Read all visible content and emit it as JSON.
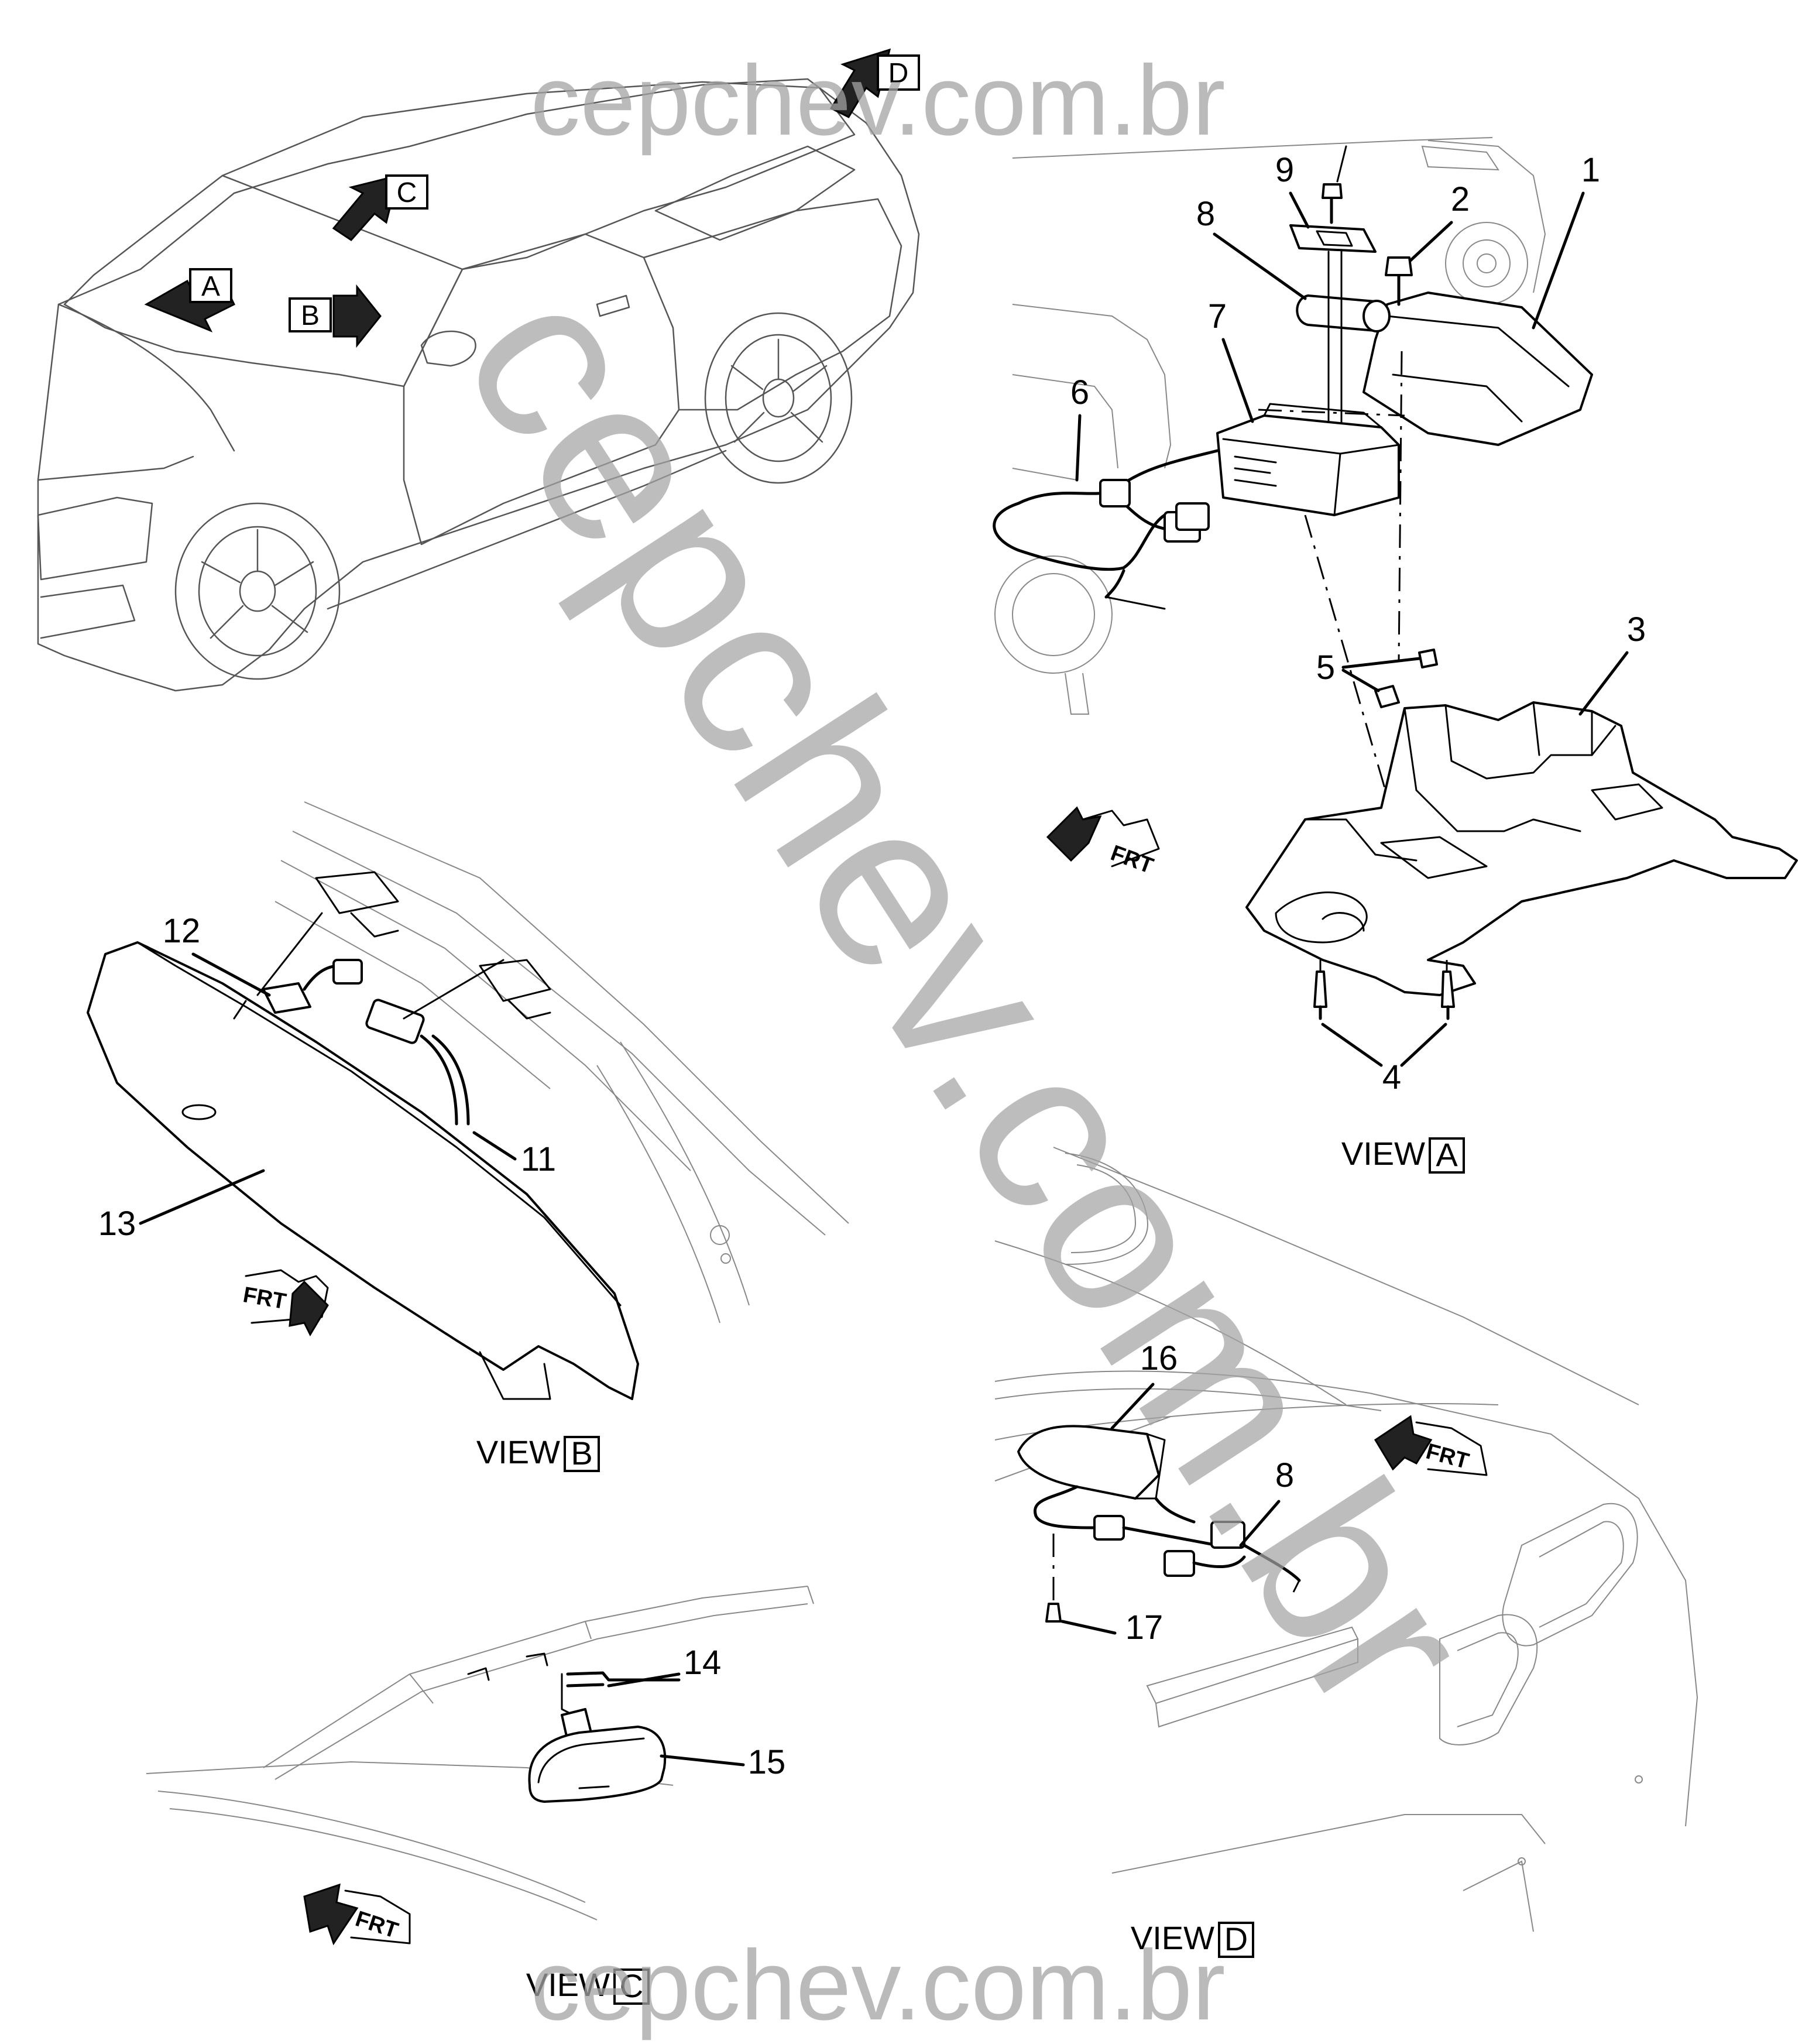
{
  "watermark": {
    "top": "cepchev.com.br",
    "diagonal": "cepchev.com.br",
    "bottom": "cepchev.com.br"
  },
  "view_arrows": [
    "A",
    "B",
    "C",
    "D"
  ],
  "views": {
    "a": {
      "word": "VIEW",
      "letter": "A"
    },
    "b": {
      "word": "VIEW",
      "letter": "B"
    },
    "c": {
      "word": "VIEW",
      "letter": "C"
    },
    "d": {
      "word": "VIEW",
      "letter": "D"
    }
  },
  "front_label": "FRT",
  "callouts": {
    "c1": "1",
    "c2": "2",
    "c3": "3",
    "c4": "4",
    "c5": "5",
    "c6": "6",
    "c7": "7",
    "c8a": "8",
    "c9": "9",
    "c11": "11",
    "c12": "12",
    "c13": "13",
    "c14": "14",
    "c15": "15",
    "c16": "16",
    "c8d": "8",
    "c17": "17"
  }
}
